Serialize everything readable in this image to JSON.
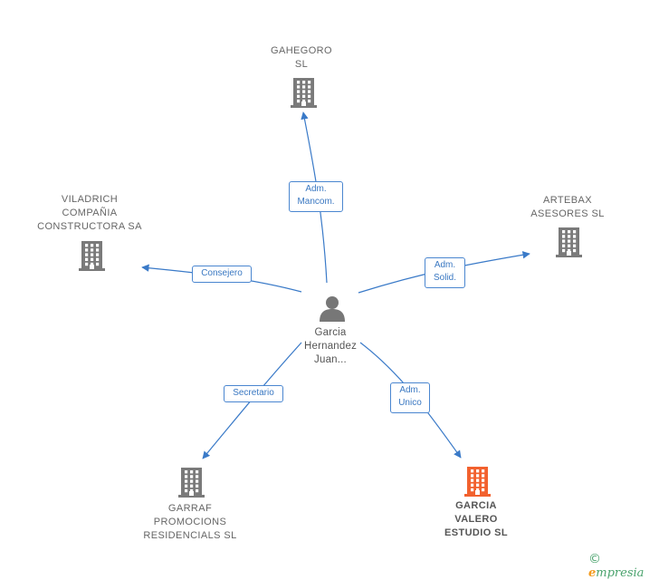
{
  "colors": {
    "edge": "#3a7ac8",
    "company_icon": "#7a7a7a",
    "highlight_icon": "#f2612e",
    "person_icon": "#777777"
  },
  "center": {
    "label": "Garcia\nHernandez\nJuan...",
    "icon": "person-icon"
  },
  "nodes": [
    {
      "id": "gahegoro",
      "label": "GAHEGORO\nSL",
      "icon": "building-icon",
      "highlight": false
    },
    {
      "id": "artebax",
      "label": "ARTEBAX\nASESORES  SL",
      "icon": "building-icon",
      "highlight": false
    },
    {
      "id": "viladrich",
      "label": "VILADRICH\nCOMPAÑIA\nCONSTRUCTORA SA",
      "icon": "building-icon",
      "highlight": false
    },
    {
      "id": "garraf",
      "label": "GARRAF\nPROMOCIONS\nRESIDENCIALS SL",
      "icon": "building-icon",
      "highlight": false
    },
    {
      "id": "garcia-valero",
      "label": "GARCIA\nVALERO\nESTUDIO  SL",
      "icon": "building-icon",
      "highlight": true
    }
  ],
  "edges": [
    {
      "to": "gahegoro",
      "label": "Adm.\nMancom."
    },
    {
      "to": "artebax",
      "label": "Adm.\nSolid."
    },
    {
      "to": "viladrich",
      "label": "Consejero"
    },
    {
      "to": "garraf",
      "label": "Secretario"
    },
    {
      "to": "garcia-valero",
      "label": "Adm.\nUnico"
    }
  ],
  "watermark": {
    "symbol": "©",
    "brand_initial": "e",
    "brand_rest": "mpresia"
  }
}
